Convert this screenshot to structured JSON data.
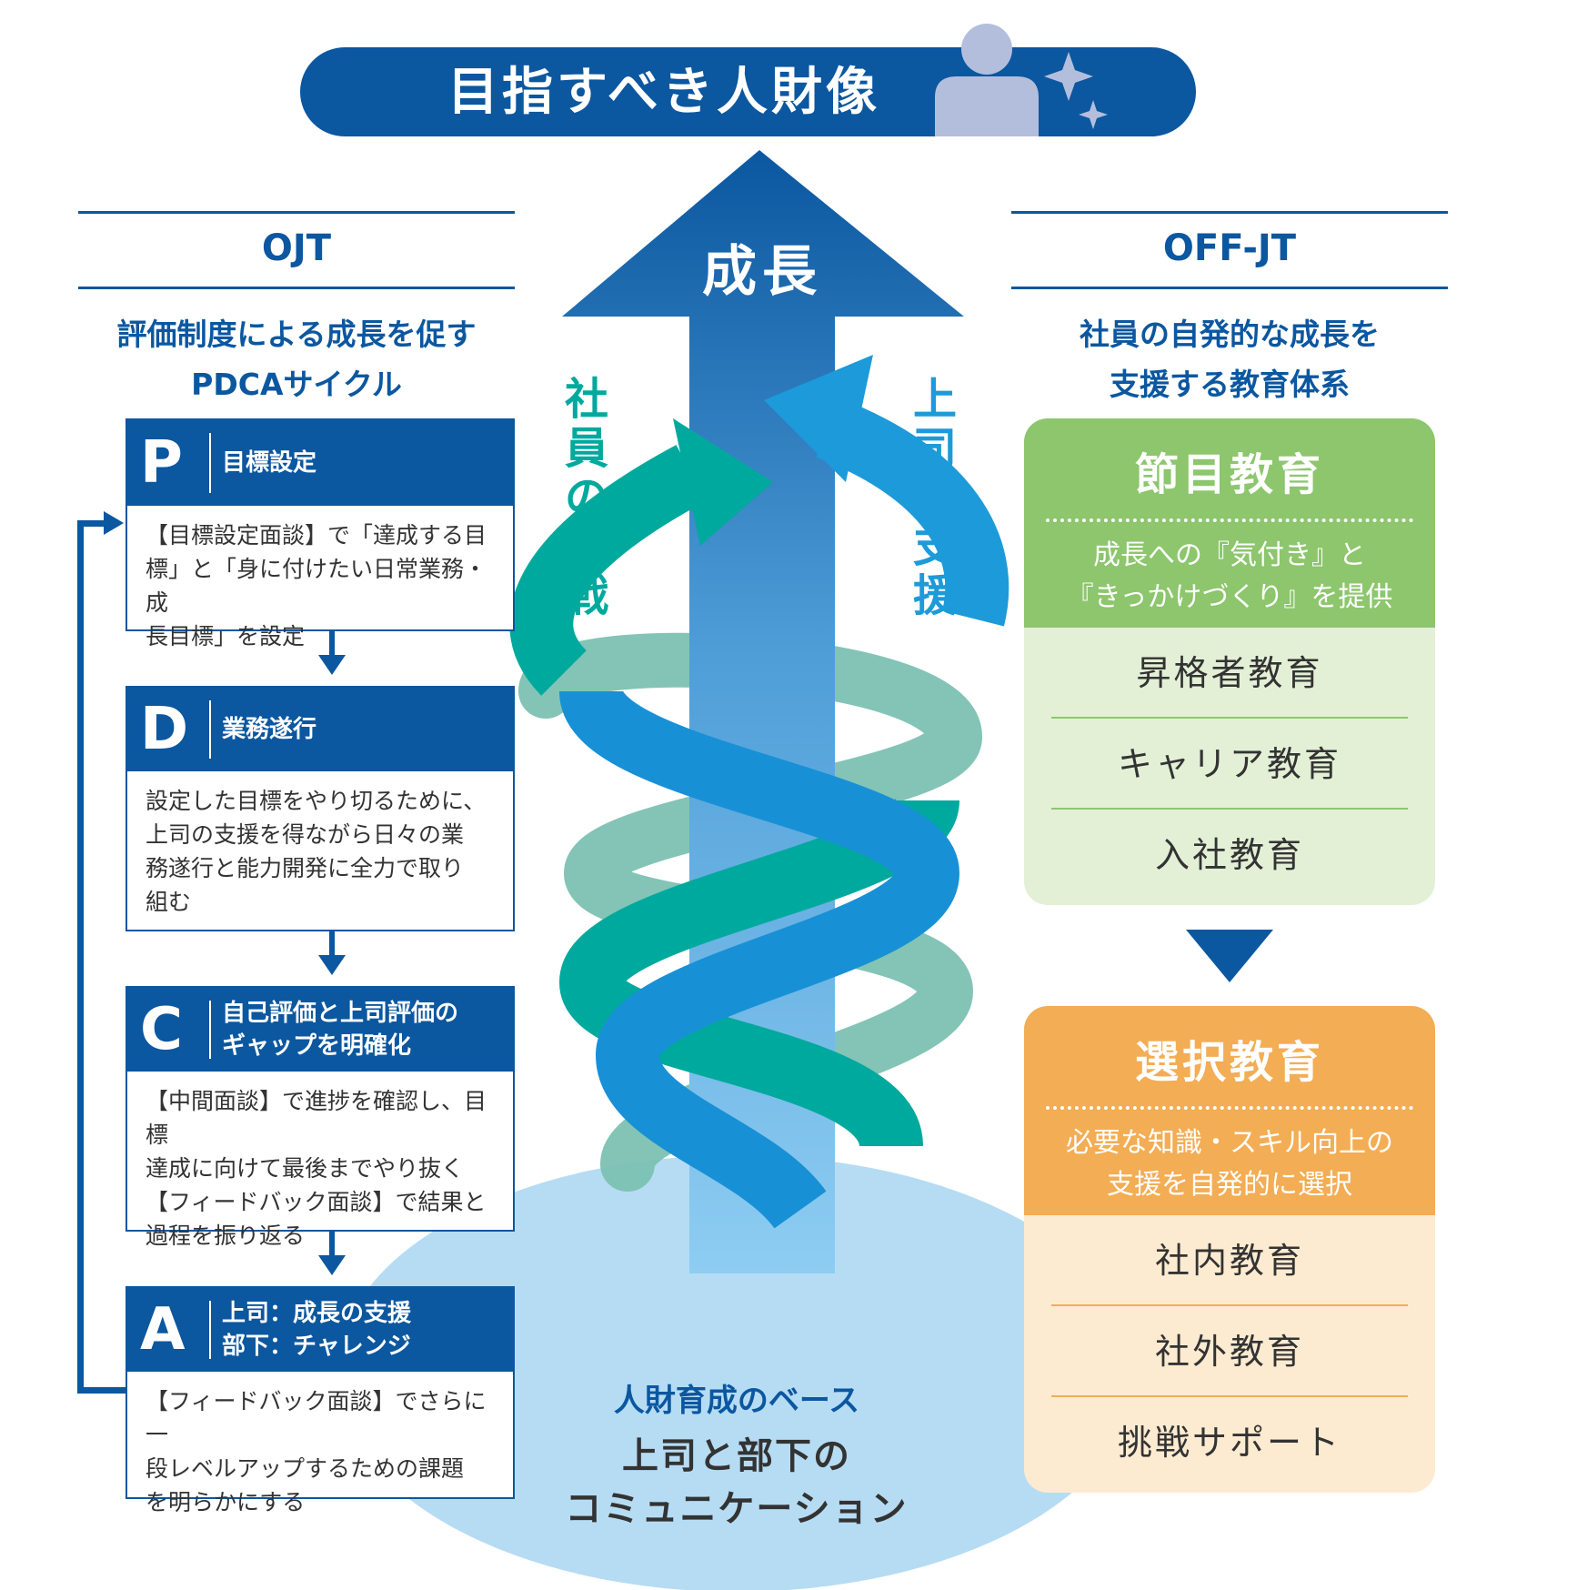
{
  "banner": {
    "title": "目指すべき人財像"
  },
  "center": {
    "arrow_label": "成長",
    "left_label": "社員の挑戦",
    "right_label": "上司の支援",
    "base_title": "人財育成のベース",
    "base_sub_line1": "上司と部下の",
    "base_sub_line2": "コミュニケーション"
  },
  "ojt": {
    "title": "OJT",
    "subtitle_line1": "評価制度による成長を促す",
    "subtitle_line2": "PDCAサイクル",
    "steps": [
      {
        "letter": "P",
        "label_line1": "目標設定",
        "label_line2": "",
        "body": [
          "【目標設定面談】で「達成する目",
          "標」と「身に付けたい日常業務・成",
          "長目標」を設定"
        ]
      },
      {
        "letter": "D",
        "label_line1": "業務遂行",
        "label_line2": "",
        "body": [
          "設定した目標をやり切るために、",
          "上司の支援を得ながら日々の業",
          "務遂行と能力開発に全力で取り",
          "組む"
        ]
      },
      {
        "letter": "C",
        "label_line1": "自己評価と上司評価の",
        "label_line2": "ギャップを明確化",
        "body": [
          "【中間面談】で進捗を確認し、目標",
          "達成に向けて最後までやり抜く",
          "【フィードバック面談】で結果と",
          "過程を振り返る"
        ]
      },
      {
        "letter": "A",
        "label_line1": "上司：成長の支援",
        "label_line2": "部下：チャレンジ",
        "body": [
          "【フィードバック面談】でさらに一",
          "段レベルアップするための課題",
          "を明らかにする"
        ]
      }
    ]
  },
  "offjt": {
    "title": "OFF-JT",
    "subtitle_line1": "社員の自発的な成長を",
    "subtitle_line2": "支援する教育体系",
    "panels": [
      {
        "title": "節目教育",
        "desc_line1": "成長への『気付き』と",
        "desc_line2": "『きっかけづくり』を提供",
        "items": [
          "昇格者教育",
          "キャリア教育",
          "入社教育"
        ]
      },
      {
        "title": "選択教育",
        "desc_line1": "必要な知識・スキル向上の",
        "desc_line2": "支援を自発的に選択",
        "items": [
          "社内教育",
          "社外教育",
          "挑戦サポート"
        ]
      }
    ]
  },
  "colors": {
    "navy": "#0b57a0",
    "green_head": "#8dc66d",
    "green_body": "#e3f0d6",
    "orange_head": "#f3ad54",
    "orange_body": "#fdebd1"
  }
}
